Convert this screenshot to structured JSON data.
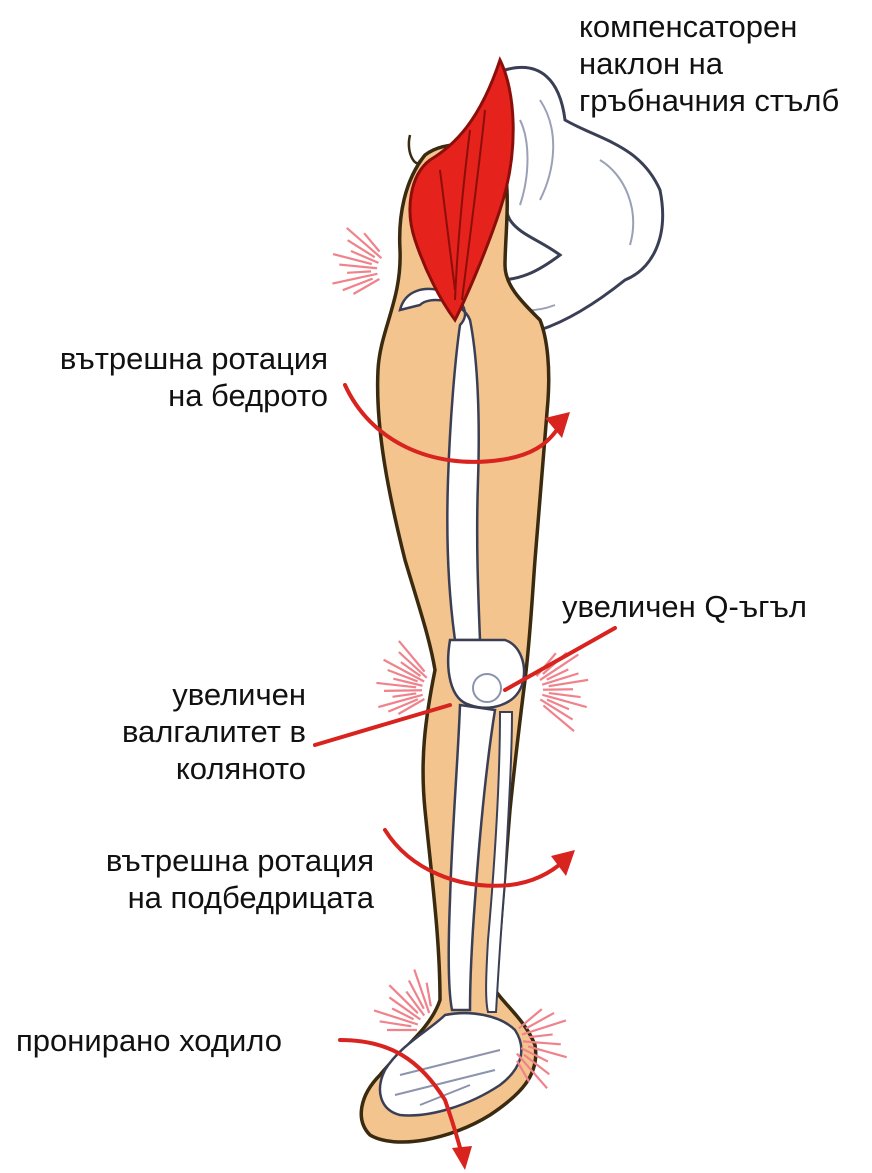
{
  "colors": {
    "skin": "#f3c48d",
    "outline": "#3a2a10",
    "bone": "#ffffff",
    "bone_shade": "#c9ccd8",
    "muscle": "#e5221c",
    "muscle_dark": "#8c0e0a",
    "arrow": "#d8231f",
    "pain_rays": "#f0828c",
    "text": "#111111"
  },
  "labels": {
    "spine": [
      "компенсаторен",
      "наклон на",
      "гръбначния стълб"
    ],
    "hip_rotation": [
      "вътрешна ротация",
      "на бедрото"
    ],
    "q_angle": "увеличен Q-ъгъл",
    "valgus": [
      "увеличен",
      "валгалитет в",
      "коляното"
    ],
    "shin_rotation": [
      "вътрешна ротация",
      "на подбедрицата"
    ],
    "foot": "пронирано ходило"
  },
  "icons": {
    "muscle": "hip-muscle",
    "pelvis": "pelvis-bone",
    "leg": "leg-silhouette",
    "pain": "pain-ray-burst"
  }
}
